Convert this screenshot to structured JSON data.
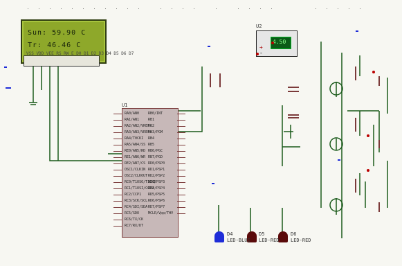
{
  "lcd": {
    "line1": "Sun: 59.90 C",
    "line2": "Tr: 46.46 C",
    "pinlabels": "VSS VDD VEE RS RW E D0 D1 D2 D3 D4 D5 D6 D7"
  },
  "labels": {
    "u1": "U1",
    "u2": "U2",
    "meter_value": "4.50",
    "d4": "D4",
    "d5": "D5",
    "d6": "D6",
    "d4_text": "LED-BLUE",
    "d5_text": "LED-RED",
    "d6_text": "LED-RED"
  },
  "mcu_left_pins": [
    "RA0/AN0",
    "RA1/AN1",
    "RA2/AN2/VREF-",
    "RA3/AN3/VREF+",
    "RA4/T0CKI",
    "RA5/AN4/SS",
    "RE0/AN5/RD",
    "RE1/AN6/WR",
    "RE2/AN7/CS",
    "OSC1/CLKIN",
    "OSC2/CLKOUT",
    "RC0/T1OSO/T1CKI",
    "RC1/T1OSI/CCP2",
    "RC2/CCP1",
    "RC3/SCK/SCL",
    "RC4/SDI/SDA",
    "RC5/SDO",
    "RC6/TX/CK",
    "RC7/RX/DT"
  ],
  "mcu_right_pins": [
    "RB0/INT",
    "RB1",
    "RB2",
    "RB3/PGM",
    "RB4",
    "RB5",
    "RB6/PGC",
    "RB7/PGD",
    "RD0/PSP0",
    "RD1/PSP1",
    "RD2/PSP2",
    "RD3/PSP3",
    "RD4/PSP4",
    "RD5/PSP5",
    "RD6/PSP6",
    "RD7/PSP7",
    "MCLR/Vpp/THV"
  ],
  "colors": {
    "lcd_green": "#8ea82a",
    "mcu_body": "#c7b8b8",
    "mcu_border": "#7b3a3a",
    "wire_green": "#1a5a1a",
    "led_blue": "#1e2cd8",
    "led_red": "#5a0a0a"
  }
}
